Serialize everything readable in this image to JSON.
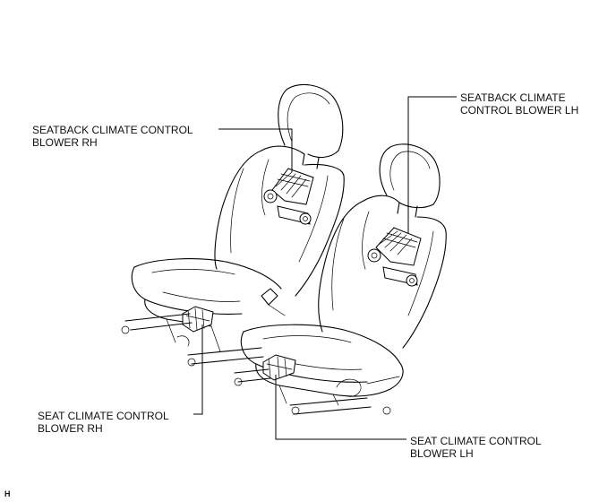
{
  "callouts": {
    "seatback_rh": {
      "line1": "SEATBACK CLIMATE CONTROL",
      "line2": "BLOWER RH"
    },
    "seatback_lh": {
      "line1": "SEATBACK CLIMATE",
      "line2": "CONTROL BLOWER LH"
    },
    "seat_rh": {
      "line1": "SEAT CLIMATE CONTROL",
      "line2": "BLOWER RH"
    },
    "seat_lh": {
      "line1": "SEAT CLIMATE CONTROL",
      "line2": "BLOWER LH"
    }
  },
  "corner_mark": "H",
  "colors": {
    "line": "#000000",
    "background": "#ffffff"
  }
}
